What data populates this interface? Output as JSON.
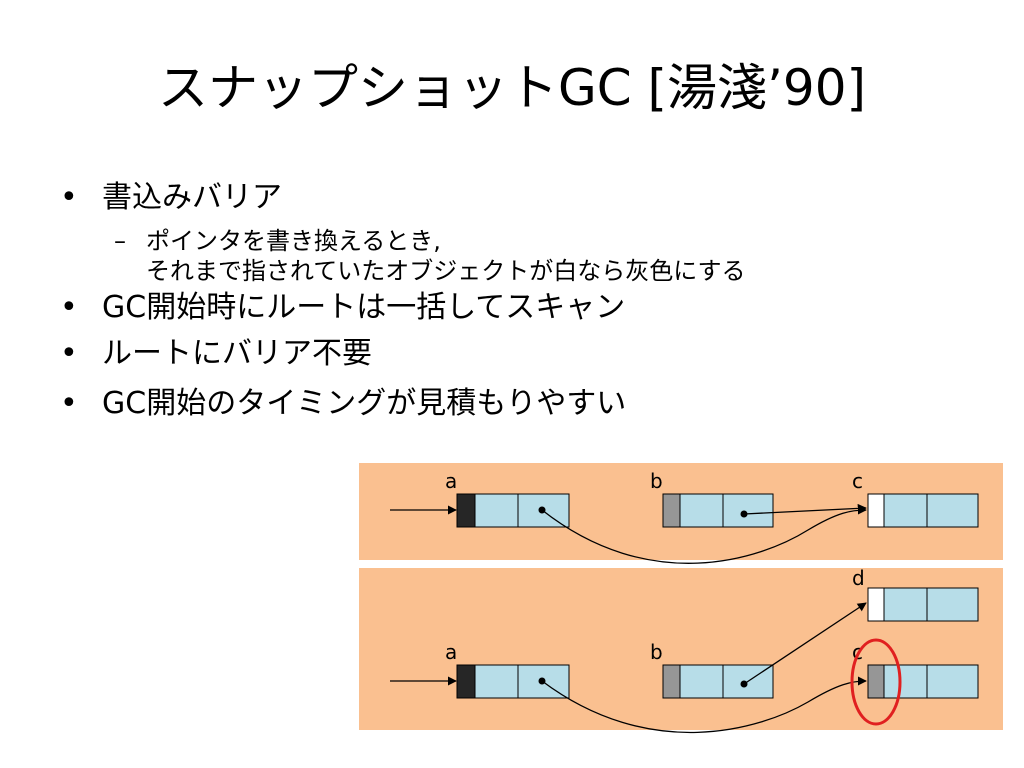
{
  "title": "スナップショットGC [湯淺’90]",
  "bullets": [
    {
      "text": "書込みバリア",
      "sub": [
        {
          "lines": [
            "ポインタを書き換えるとき,",
            "それまで指されていたオブジェクトが白なら灰色にする"
          ]
        }
      ]
    },
    {
      "text": "GC開始時にルートは一括してスキャン"
    },
    {
      "text": "ルートにバリア不要"
    },
    {
      "text": "GC開始のタイミングが見積もりやすい"
    }
  ],
  "bullet_glyph": "•",
  "sub_glyph": "–",
  "diagram": {
    "panels": [
      {
        "objects": [
          {
            "label": "a",
            "header": "black"
          },
          {
            "label": "b",
            "header": "gray"
          },
          {
            "label": "c",
            "header": "white"
          }
        ]
      },
      {
        "objects": [
          {
            "label": "d",
            "header": "white"
          },
          {
            "label": "a",
            "header": "black"
          },
          {
            "label": "b",
            "header": "gray"
          },
          {
            "label": "c",
            "header": "gray",
            "highlighted": true
          }
        ]
      }
    ],
    "colors": {
      "panel_bg": "#fac090",
      "cell_fill": "#b7dde8",
      "header_black": "#262626",
      "header_gray": "#969696",
      "header_white": "#ffffff",
      "highlight": "#e02020"
    }
  }
}
